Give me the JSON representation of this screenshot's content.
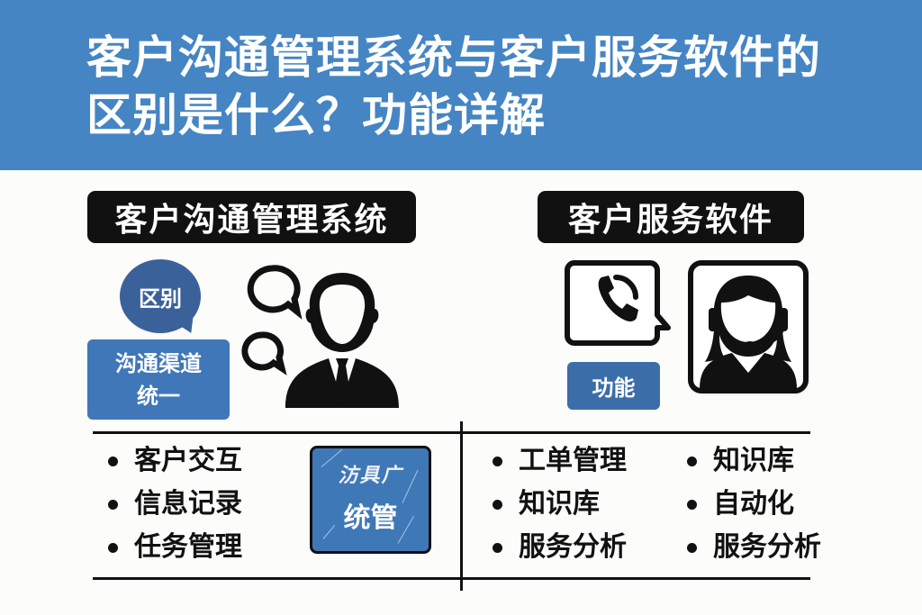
{
  "header": {
    "title": "客户沟通管理系统与客户服务软件的区别是什么？功能详解",
    "background_color": "#4585c4"
  },
  "left_panel": {
    "badge": "客户沟通管理系统",
    "bubble_label": "区别",
    "feature_box": {
      "line1": "沟通渠道",
      "line2": "统一"
    },
    "icons": [
      "chat-bubbles-icon",
      "businessman-icon"
    ],
    "list": [
      "客户交互",
      "信息记录",
      "任务管理"
    ],
    "sketch_box": {
      "line1": "汸具广",
      "line2": "统管"
    }
  },
  "right_panel": {
    "badge": "客户服务软件",
    "function_label": "功能",
    "icons": [
      "phone-bubble-icon",
      "support-agent-icon"
    ],
    "list_col1": [
      "工单管理",
      "知识库",
      "服务分析"
    ],
    "list_col2": [
      "知识库",
      "自动化",
      "服务分析"
    ]
  },
  "colors": {
    "badge_black": "#111111",
    "bubble_blue": "#3a619a",
    "box_blue": "#3f77b8",
    "function_blue": "#3b6ea9"
  }
}
